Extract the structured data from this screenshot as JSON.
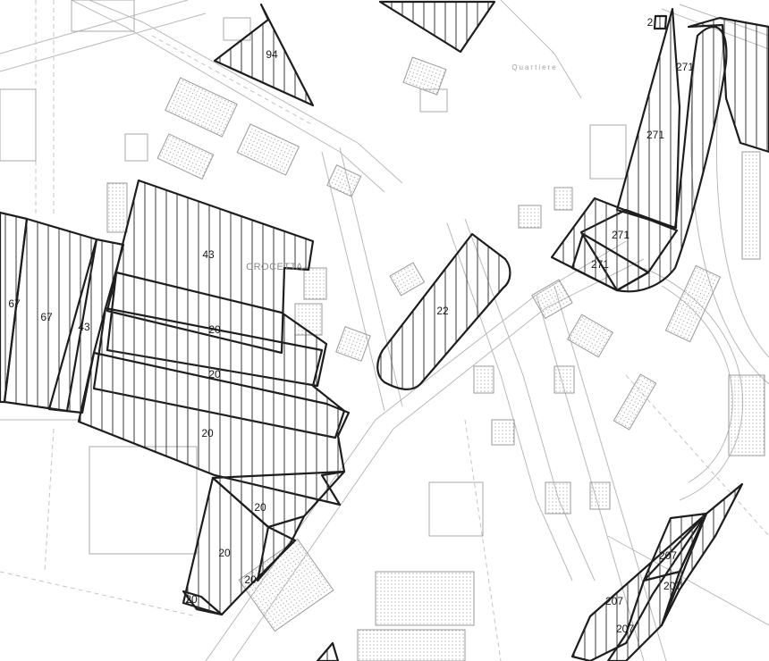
{
  "map": {
    "place_names": {
      "crocetta": "CROCETTA",
      "top_faint": "Quartiere"
    },
    "parcels": [
      {
        "id": "p94",
        "label": "94"
      },
      {
        "id": "p271a",
        "label": "271"
      },
      {
        "id": "p271b",
        "label": "271"
      },
      {
        "id": "p271c",
        "label": "271"
      },
      {
        "id": "p271d",
        "label": "271"
      },
      {
        "id": "p271e",
        "label": "2"
      },
      {
        "id": "p43a",
        "label": "43"
      },
      {
        "id": "p43b",
        "label": "43"
      },
      {
        "id": "p67a",
        "label": "67"
      },
      {
        "id": "p67b",
        "label": "67"
      },
      {
        "id": "p20a",
        "label": "20"
      },
      {
        "id": "p20b",
        "label": "20"
      },
      {
        "id": "p20c",
        "label": "20"
      },
      {
        "id": "p20d",
        "label": "20"
      },
      {
        "id": "p20e",
        "label": "20"
      },
      {
        "id": "p20f",
        "label": "20"
      },
      {
        "id": "p20g",
        "label": "20"
      },
      {
        "id": "p22",
        "label": "22"
      },
      {
        "id": "p207a",
        "label": "207"
      },
      {
        "id": "p207b",
        "label": "207"
      },
      {
        "id": "p207c",
        "label": "207"
      },
      {
        "id": "p207d",
        "label": "207"
      }
    ],
    "colors": {
      "parcel_stroke": "#1e1e1e",
      "hatch": "#3a3a3a",
      "road": "#b9b9b9",
      "background": "#ffffff"
    }
  }
}
